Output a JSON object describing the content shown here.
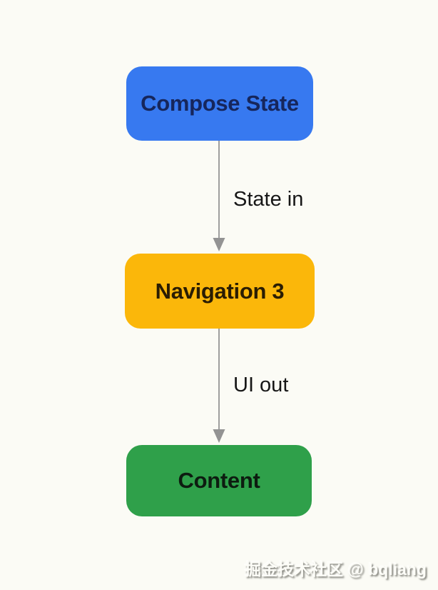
{
  "diagram": {
    "background_color": "#FBFBF5",
    "arrow_color": "#9E9E9E",
    "nodes": [
      {
        "id": "compose-state",
        "label": "Compose State",
        "fill": "#3779F0",
        "text_color": "#16265C"
      },
      {
        "id": "navigation-3",
        "label": "Navigation 3",
        "fill": "#FBB70A",
        "text_color": "#2A1D03"
      },
      {
        "id": "content",
        "label": "Content",
        "fill": "#2FA04A",
        "text_color": "#0D1C10"
      }
    ],
    "edges": [
      {
        "from": "compose-state",
        "to": "navigation-3",
        "label": "State in"
      },
      {
        "from": "navigation-3",
        "to": "content",
        "label": "UI out"
      }
    ]
  },
  "watermark": {
    "text": "掘金技术社区 @ bqliang"
  }
}
